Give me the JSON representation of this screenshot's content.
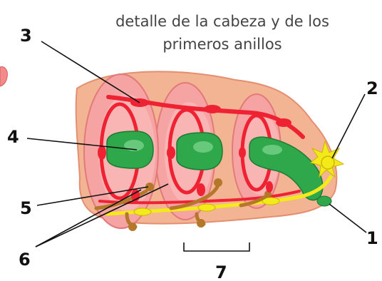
{
  "title": {
    "line1": "detalle de la cabeza y de los",
    "line2": "primeros anillos"
  },
  "labels": {
    "l1": "1",
    "l2": "2",
    "l3": "3",
    "l4": "4",
    "l5": "5",
    "l6": "6",
    "l7": "7"
  },
  "colors": {
    "body_skin": "#f3b494",
    "segment_fill": "#f6a3a3",
    "segment_edge": "#e27a7a",
    "blood_vessel": "#ee2233",
    "gut": "#2ea84a",
    "nerve": "#f4ea1a",
    "nephridium": "#b5772a",
    "label_line": "#111111"
  }
}
